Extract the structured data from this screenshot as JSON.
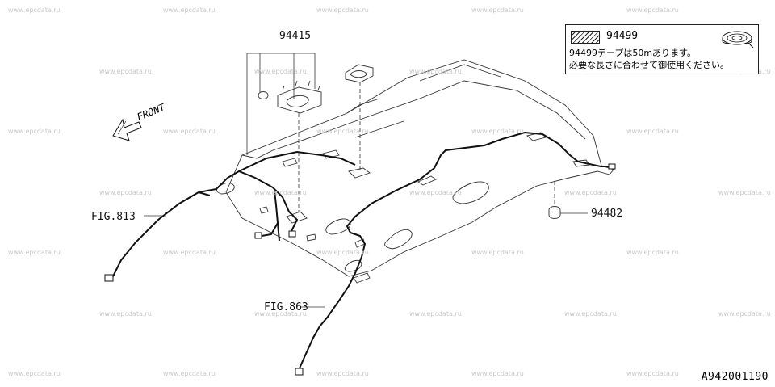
{
  "watermark": "www.epcdata.ru",
  "parts": {
    "harness_top": "94415",
    "grommet": "94482",
    "ref_front_harness": "FIG.813",
    "ref_rear_harness": "FIG.863"
  },
  "front_label": "FRONT",
  "legend": {
    "part_number": "94499",
    "note_line1": "94499テープは50mあります。",
    "note_line2": "必要な長さに合わせて御使用ください。"
  },
  "diagram_code": "A942001190",
  "colors": {
    "line": "#111111",
    "watermark": "#c8c8c8"
  }
}
